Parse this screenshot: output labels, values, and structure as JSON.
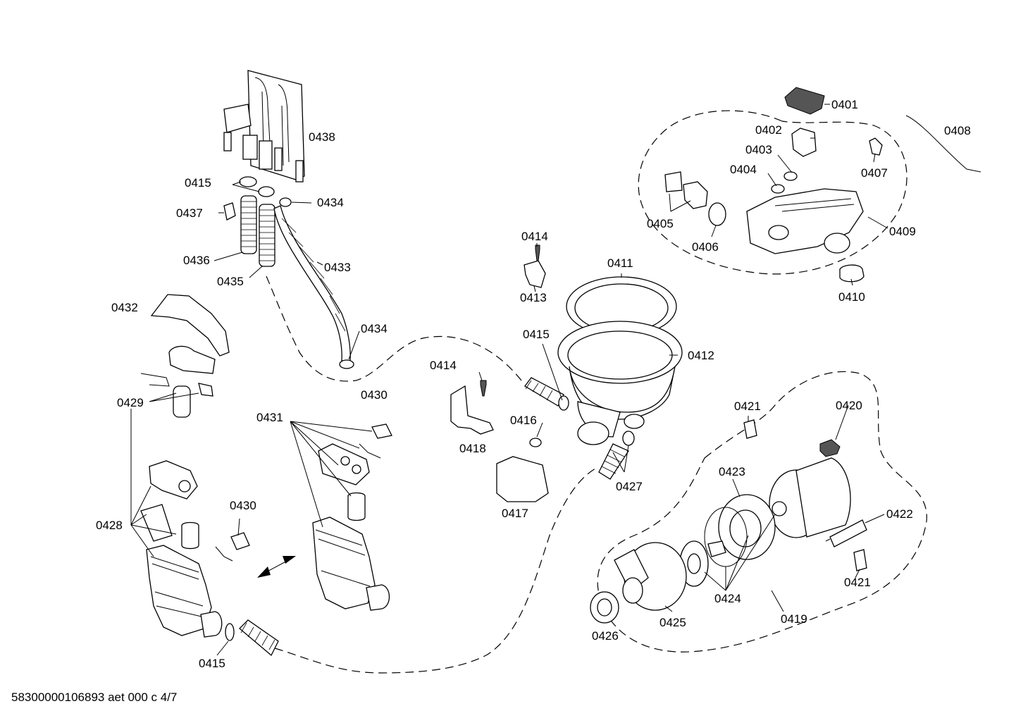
{
  "footer": "58300000106893 aet 000 c 4/7",
  "labels": {
    "l0401": "0401",
    "l0402": "0402",
    "l0403": "0403",
    "l0404": "0404",
    "l0405": "0405",
    "l0406": "0406",
    "l0407": "0407",
    "l0408": "0408",
    "l0409": "0409",
    "l0410": "0410",
    "l0411": "0411",
    "l0412": "0412",
    "l0413": "0413",
    "l0414a": "0414",
    "l0414b": "0414",
    "l0415a": "0415",
    "l0415b": "0415",
    "l0415c": "0415",
    "l0416": "0416",
    "l0417": "0417",
    "l0418": "0418",
    "l0419": "0419",
    "l0420": "0420",
    "l0421a": "0421",
    "l0421b": "0421",
    "l0422": "0422",
    "l0423": "0423",
    "l0424": "0424",
    "l0425": "0425",
    "l0426": "0426",
    "l0427": "0427",
    "l0428": "0428",
    "l0429": "0429",
    "l0430a": "0430",
    "l0430b": "0430",
    "l0431": "0431",
    "l0432": "0432",
    "l0433": "0433",
    "l0434a": "0434",
    "l0434b": "0434",
    "l0435": "0435",
    "l0436": "0436",
    "l0437": "0437",
    "l0438": "0438"
  }
}
